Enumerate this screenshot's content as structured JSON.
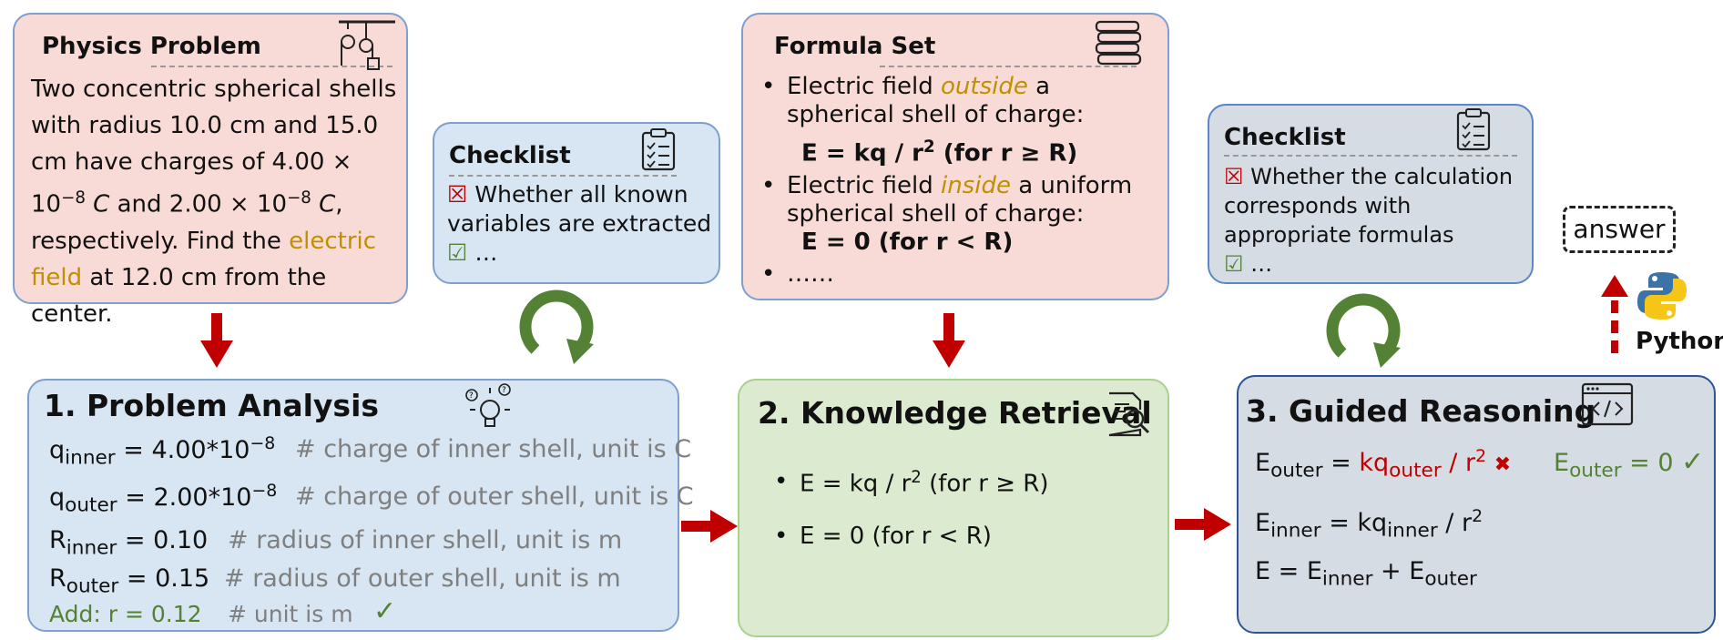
{
  "physics_problem": {
    "title": "Physics Problem",
    "text_pre": "Two concentric spherical shells with radius 10.0 cm and 15.0 cm have charges of 4.00 × 10",
    "exp1": "−8",
    "unit1": " C",
    "text_mid": " and 2.00 × 10",
    "exp2": "−8",
    "unit2": " C",
    "text_mid2": ", respectively. Find the ",
    "highlight": "electric field",
    "text_post": " at 12.0 cm from the center."
  },
  "checklist1": {
    "title": "Checklist",
    "item1": "Whether all known variables are extracted",
    "item2": "…",
    "mark_fail": "☒",
    "mark_ok": "☑"
  },
  "formula_set": {
    "title": "Formula Set",
    "b1_pre": "Electric field ",
    "b1_hl": "outside",
    "b1_post": " a spherical shell of charge:",
    "f1": "E = kq / r",
    "f1_sup": "2",
    "f1_tail": " (for r ≥ R)",
    "b2_pre": "Electric field ",
    "b2_hl": "inside",
    "b2_post": " a uniform spherical shell of charge:",
    "f2": "E = 0 (for r < R)",
    "b3": "……"
  },
  "checklist2": {
    "title": "Checklist",
    "item1": "Whether the calculation corresponds with appropriate formulas",
    "item2": "…",
    "mark_fail": "☒",
    "mark_ok": "☑"
  },
  "answer": {
    "label": "answer",
    "python": "Python"
  },
  "analysis": {
    "title": "1. Problem Analysis",
    "l1_var": "q",
    "l1_sub": "inner",
    "l1_val": " = 4.00*10",
    "l1_exp": "−8",
    "l1_cm": "# charge of inner shell, unit is C",
    "l2_var": "q",
    "l2_sub": "outer",
    "l2_val": " = 2.00*10",
    "l2_exp": "−8",
    "l2_cm": "# charge of outer shell, unit is C",
    "l3_var": "R",
    "l3_sub": "inner",
    "l3_val": " = 0.10",
    "l3_cm": "# radius of inner shell, unit is m",
    "l4_var": "R",
    "l4_sub": "outer",
    "l4_val": " = 0.15",
    "l4_cm": "# radius of outer shell, unit is m",
    "l5_add": "Add: r = 0.12",
    "l5_cm": "# unit is m",
    "l5_check": "✓"
  },
  "retrieval": {
    "title": "2. Knowledge Retrieval",
    "f1": "E = kq / r",
    "f1_sup": "2",
    "f1_tail": " (for r ≥ R)",
    "f2": "E = 0 (for r < R)"
  },
  "reasoning": {
    "title": "3. Guided Reasoning",
    "r1_lhs": "E",
    "r1_lhs_sub": "outer",
    "r1_eq": " = ",
    "r1_wrong": "kq",
    "r1_wrong_sub": "outer",
    "r1_wrong_tail": " / r",
    "r1_wrong_sup": "2",
    "r1_cross": "✖",
    "r1_right": "E",
    "r1_right_sub": "outer",
    "r1_right_tail": " = 0",
    "r1_check": "✓",
    "r2_lhs": "E",
    "r2_lhs_sub": "inner",
    "r2_mid": " = kq",
    "r2_mid_sub": "inner",
    "r2_tail": " / r",
    "r2_sup": "2",
    "r3_lhs": "E = E",
    "r3_sub1": "inner",
    "r3_plus": " + E",
    "r3_sub2": "outer"
  },
  "colors": {
    "arrow": "#c00000",
    "cycle": "#548235",
    "highlight": "#c09000"
  }
}
